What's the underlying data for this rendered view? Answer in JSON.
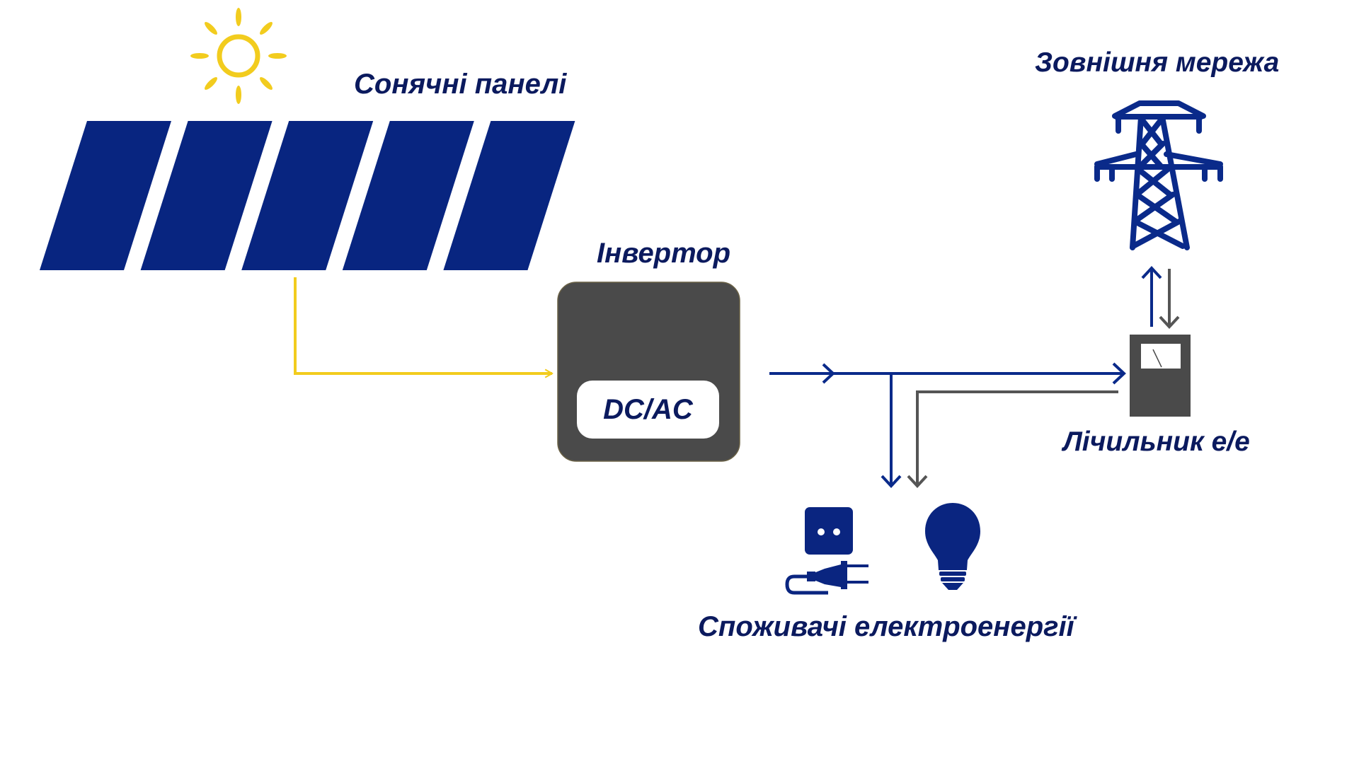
{
  "labels": {
    "solar_panels": "Сонячні панелі",
    "inverter": "Інвертор",
    "inverter_badge": "DC/AC",
    "grid": "Зовнішня мережа",
    "meter": "Лічильник е/е",
    "consumers": "Споживачі електроенергії"
  },
  "icons": {
    "sun": "sun-icon",
    "panels": "solar-panel-icon",
    "inverter": "inverter-icon",
    "tower": "power-tower-icon",
    "meter": "electricity-meter-icon",
    "socket": "power-socket-icon",
    "plug": "power-plug-icon",
    "bulb": "light-bulb-icon"
  },
  "panel_count": 5,
  "flows": [
    {
      "from": "solar_panels",
      "to": "inverter",
      "type": "DC",
      "color": "yellow"
    },
    {
      "from": "inverter",
      "to": "meter",
      "type": "AC",
      "color": "blue"
    },
    {
      "from": "inverter",
      "to": "consumers",
      "type": "AC",
      "color": "blue"
    },
    {
      "from": "meter",
      "to": "consumers",
      "type": "grid",
      "color": "grey"
    },
    {
      "from": "meter",
      "to": "grid",
      "type": "export",
      "color": "blue"
    },
    {
      "from": "grid",
      "to": "meter",
      "type": "import",
      "color": "grey"
    }
  ],
  "colors": {
    "navy": "#0A2580",
    "text": "#0B1A5E",
    "yellow": "#F2CC1E",
    "grey": "#4A4A4A",
    "line_grey": "#555555",
    "white": "#FFFFFF"
  }
}
